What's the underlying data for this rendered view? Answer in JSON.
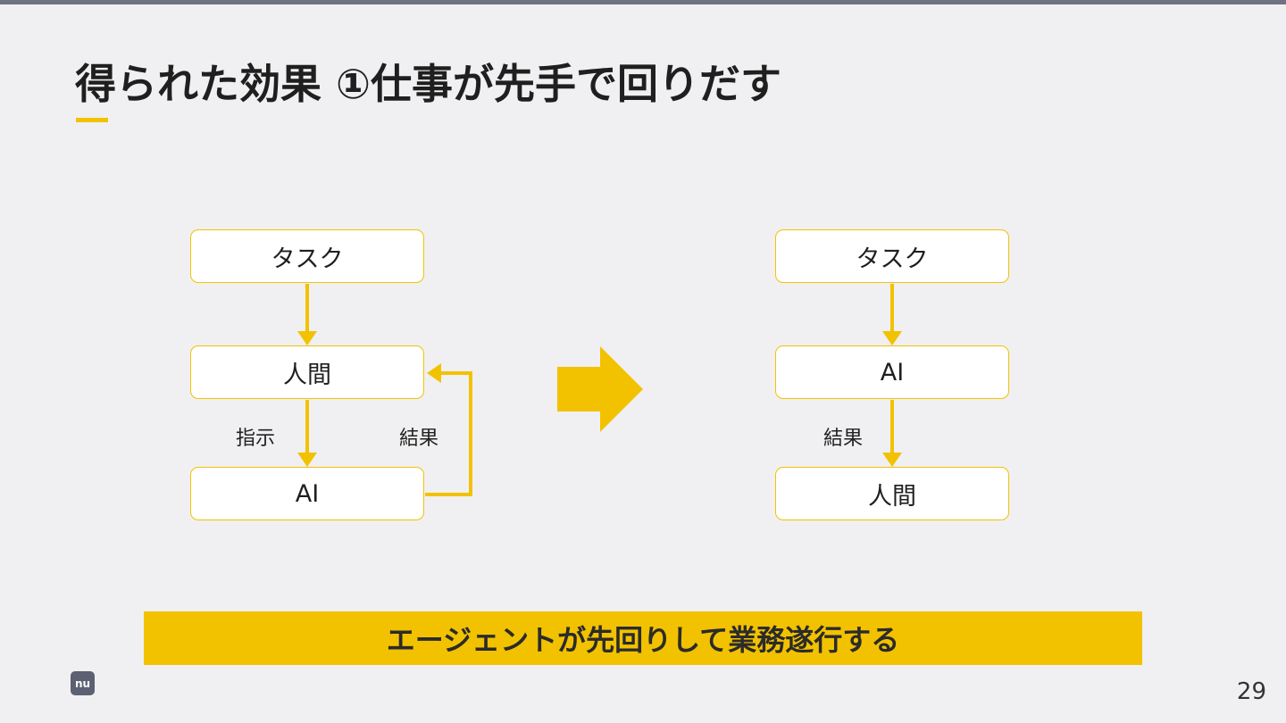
{
  "slide": {
    "title": "得られた効果 ①仕事が先手で回りだす",
    "banner": "エージェントが先回りして業務遂行する",
    "page_number": "29",
    "logo_text": "nu"
  },
  "diagram_before": {
    "nodes": [
      "タスク",
      "人間",
      "AI"
    ],
    "labels": {
      "instruction": "指示",
      "result": "結果"
    }
  },
  "diagram_after": {
    "nodes": [
      "タスク",
      "AI",
      "人間"
    ],
    "labels": {
      "result": "結果"
    }
  },
  "colors": {
    "accent": "#f2c200",
    "background": "#f0f0f2",
    "text": "#1f1f1f",
    "logo": "#5c6072"
  },
  "icons": {
    "transition_arrow": "right-arrow-icon",
    "logo": "nu-logo"
  }
}
